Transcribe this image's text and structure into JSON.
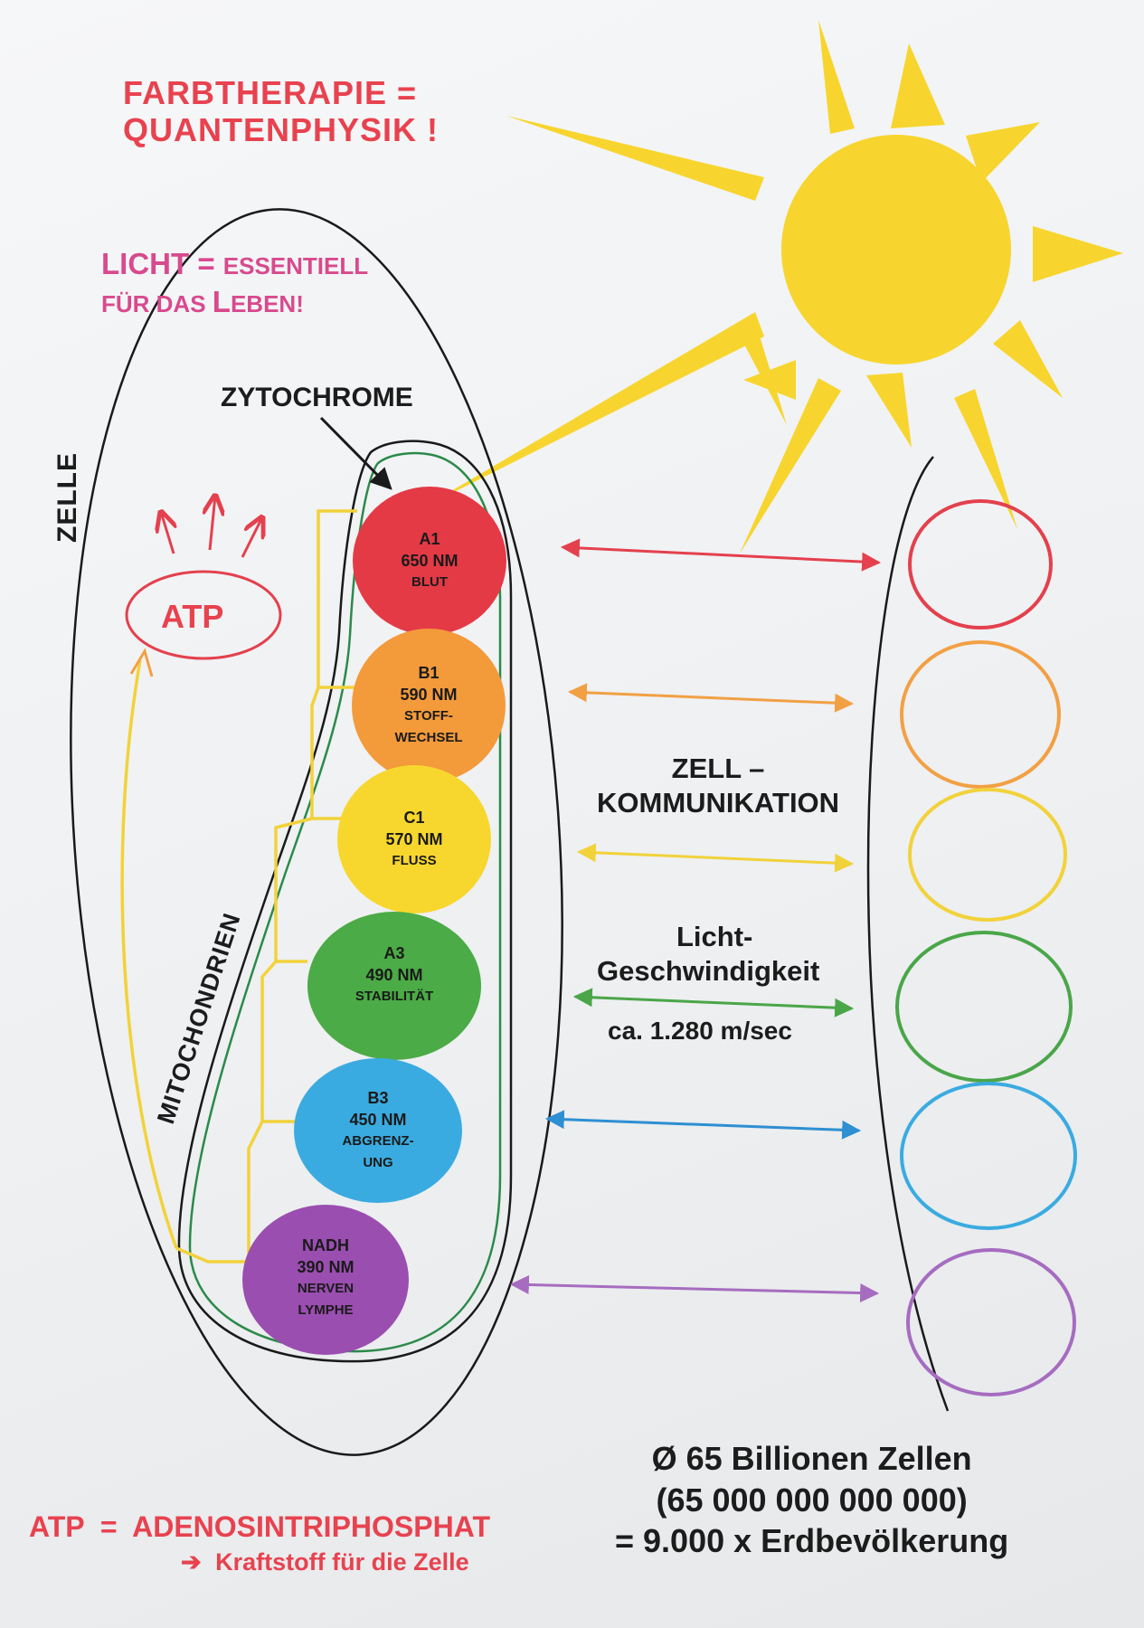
{
  "title": {
    "line1": "FARBTHERAPIE =",
    "line2": "QUANTENPHYSIK !"
  },
  "subtitle": {
    "line1_a": "LICHT = ",
    "line1_b": "ESSENTIELL",
    "line2_a": "FÜR DAS ",
    "line2_b": "L",
    "line2_c": "EBEN!"
  },
  "labels": {
    "zytochrome": "ZYTOCHROME",
    "zelle": "ZELLE",
    "mitochondrien": "MITOCHONDRIEN",
    "atp": "ATP",
    "kommunikation_1": "ZELL –",
    "kommunikation_2": "KOMMUNIKATION",
    "licht_1": "Licht-",
    "licht_2": "Geschwindigkeit",
    "speed": "ca. 1.280 m/sec"
  },
  "molecules": [
    {
      "id": "A1",
      "wavelength": "650 NM",
      "desc1": "BLUT",
      "desc2": "",
      "color": "#e43a46"
    },
    {
      "id": "B1",
      "wavelength": "590 NM",
      "desc1": "STOFF-",
      "desc2": "WECHSEL",
      "color": "#f39a3a"
    },
    {
      "id": "C1",
      "wavelength": "570 NM",
      "desc1": "FLUSS",
      "desc2": "",
      "color": "#f7d72e"
    },
    {
      "id": "A3",
      "wavelength": "490 NM",
      "desc1": "STABILITÄT",
      "desc2": "",
      "color": "#4bab46"
    },
    {
      "id": "B3",
      "wavelength": "450 NM",
      "desc1": "ABGRENZ-",
      "desc2": "UNG",
      "color": "#3aabe0"
    },
    {
      "id": "NADH",
      "wavelength": "390 NM",
      "desc1": "NERVEN",
      "desc2": "LYMPHE",
      "color": "#9a4eb0"
    }
  ],
  "cells_info": {
    "line1": "Ø 65 Billionen Zellen",
    "line2": "(65 000 000 000 000)",
    "line3": "= 9.000 x Erdbevölkerung"
  },
  "atp_definition": {
    "line1": "ATP  =  ADENOSINTRIPHOSPHAT",
    "arrow": "➔",
    "line2": "Kraftstoff für die Zelle"
  },
  "colors": {
    "sun": "#f7d52e",
    "title_red": "#e8424f",
    "subtitle_pink": "#d84a8e",
    "membrane_green": "#2b8a4a"
  }
}
